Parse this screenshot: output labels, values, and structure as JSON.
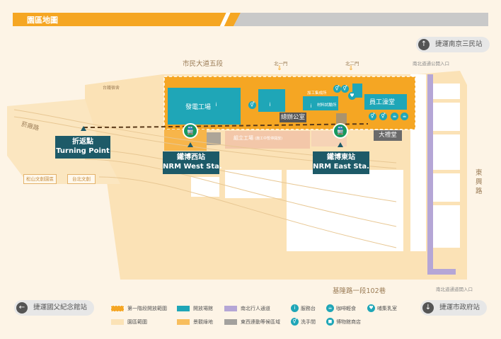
{
  "header": {
    "title": "園區地圖"
  },
  "mrt_stations": {
    "top_right": "捷運南京三民站",
    "bottom_left": "捷運國父紀念館站",
    "bottom_right": "捷運市政府站"
  },
  "roads": {
    "top": "市民大道五段",
    "bottom": "基隆路一段102巷",
    "right": "東興路",
    "left": "菸廠路"
  },
  "gates": {
    "north_gate_1": "北一門",
    "north_gate_2": "北二門",
    "underpass_north": "南北道通公開入口",
    "underpass_south": "南北道通道開入口"
  },
  "buildings": {
    "power_plant": "發電工場",
    "staff_bath": "員工澡堂",
    "general_office": "總辦公室",
    "assembly_hall": "大禮堂",
    "assembly_workshop": "組立工場",
    "assembly_workshop_note": "(施工中暫停開放)",
    "left_small": "台鐵宿舍",
    "cultural_1": "松山文創園區",
    "cultural_2": "台北文創",
    "north_small_1": "加工集成所",
    "north_small_2": "材料試驗所"
  },
  "stations": {
    "turning": {
      "zh": "折返點",
      "en": "Turning Point"
    },
    "west": {
      "zh": "鐵博西站",
      "en": "NRM West Sta."
    },
    "east": {
      "zh": "鐵博東站",
      "en": "NRM East Sta."
    }
  },
  "legend": {
    "phase1": "第一階段開放範圍",
    "park_area": "園區範圍",
    "open_venue": "開放場館",
    "scenic_green": "景觀綠地",
    "pedestrian_passage": "南北行人通道",
    "east_west_line": "東西連動等候區域",
    "info_desk": "服務台",
    "restroom": "洗手間",
    "cafe": "咖啡輕食",
    "museum_shop": "博物館商店",
    "nursing_room": "哺集乳室"
  },
  "colors": {
    "orange": "#f5a623",
    "park": "#fbe2b6",
    "teal": "#1fa6b7",
    "station_box": "#1d5a68",
    "station_green": "#159a5e",
    "passage_purple": "#b5a6d6"
  },
  "icons": {
    "mrt": "mrt-arrow-icon",
    "info": "info-icon",
    "train": "train-icon",
    "restroom": "restroom-icon",
    "cafe": "cafe-icon",
    "shop": "shop-icon",
    "nursing": "nursing-icon"
  }
}
